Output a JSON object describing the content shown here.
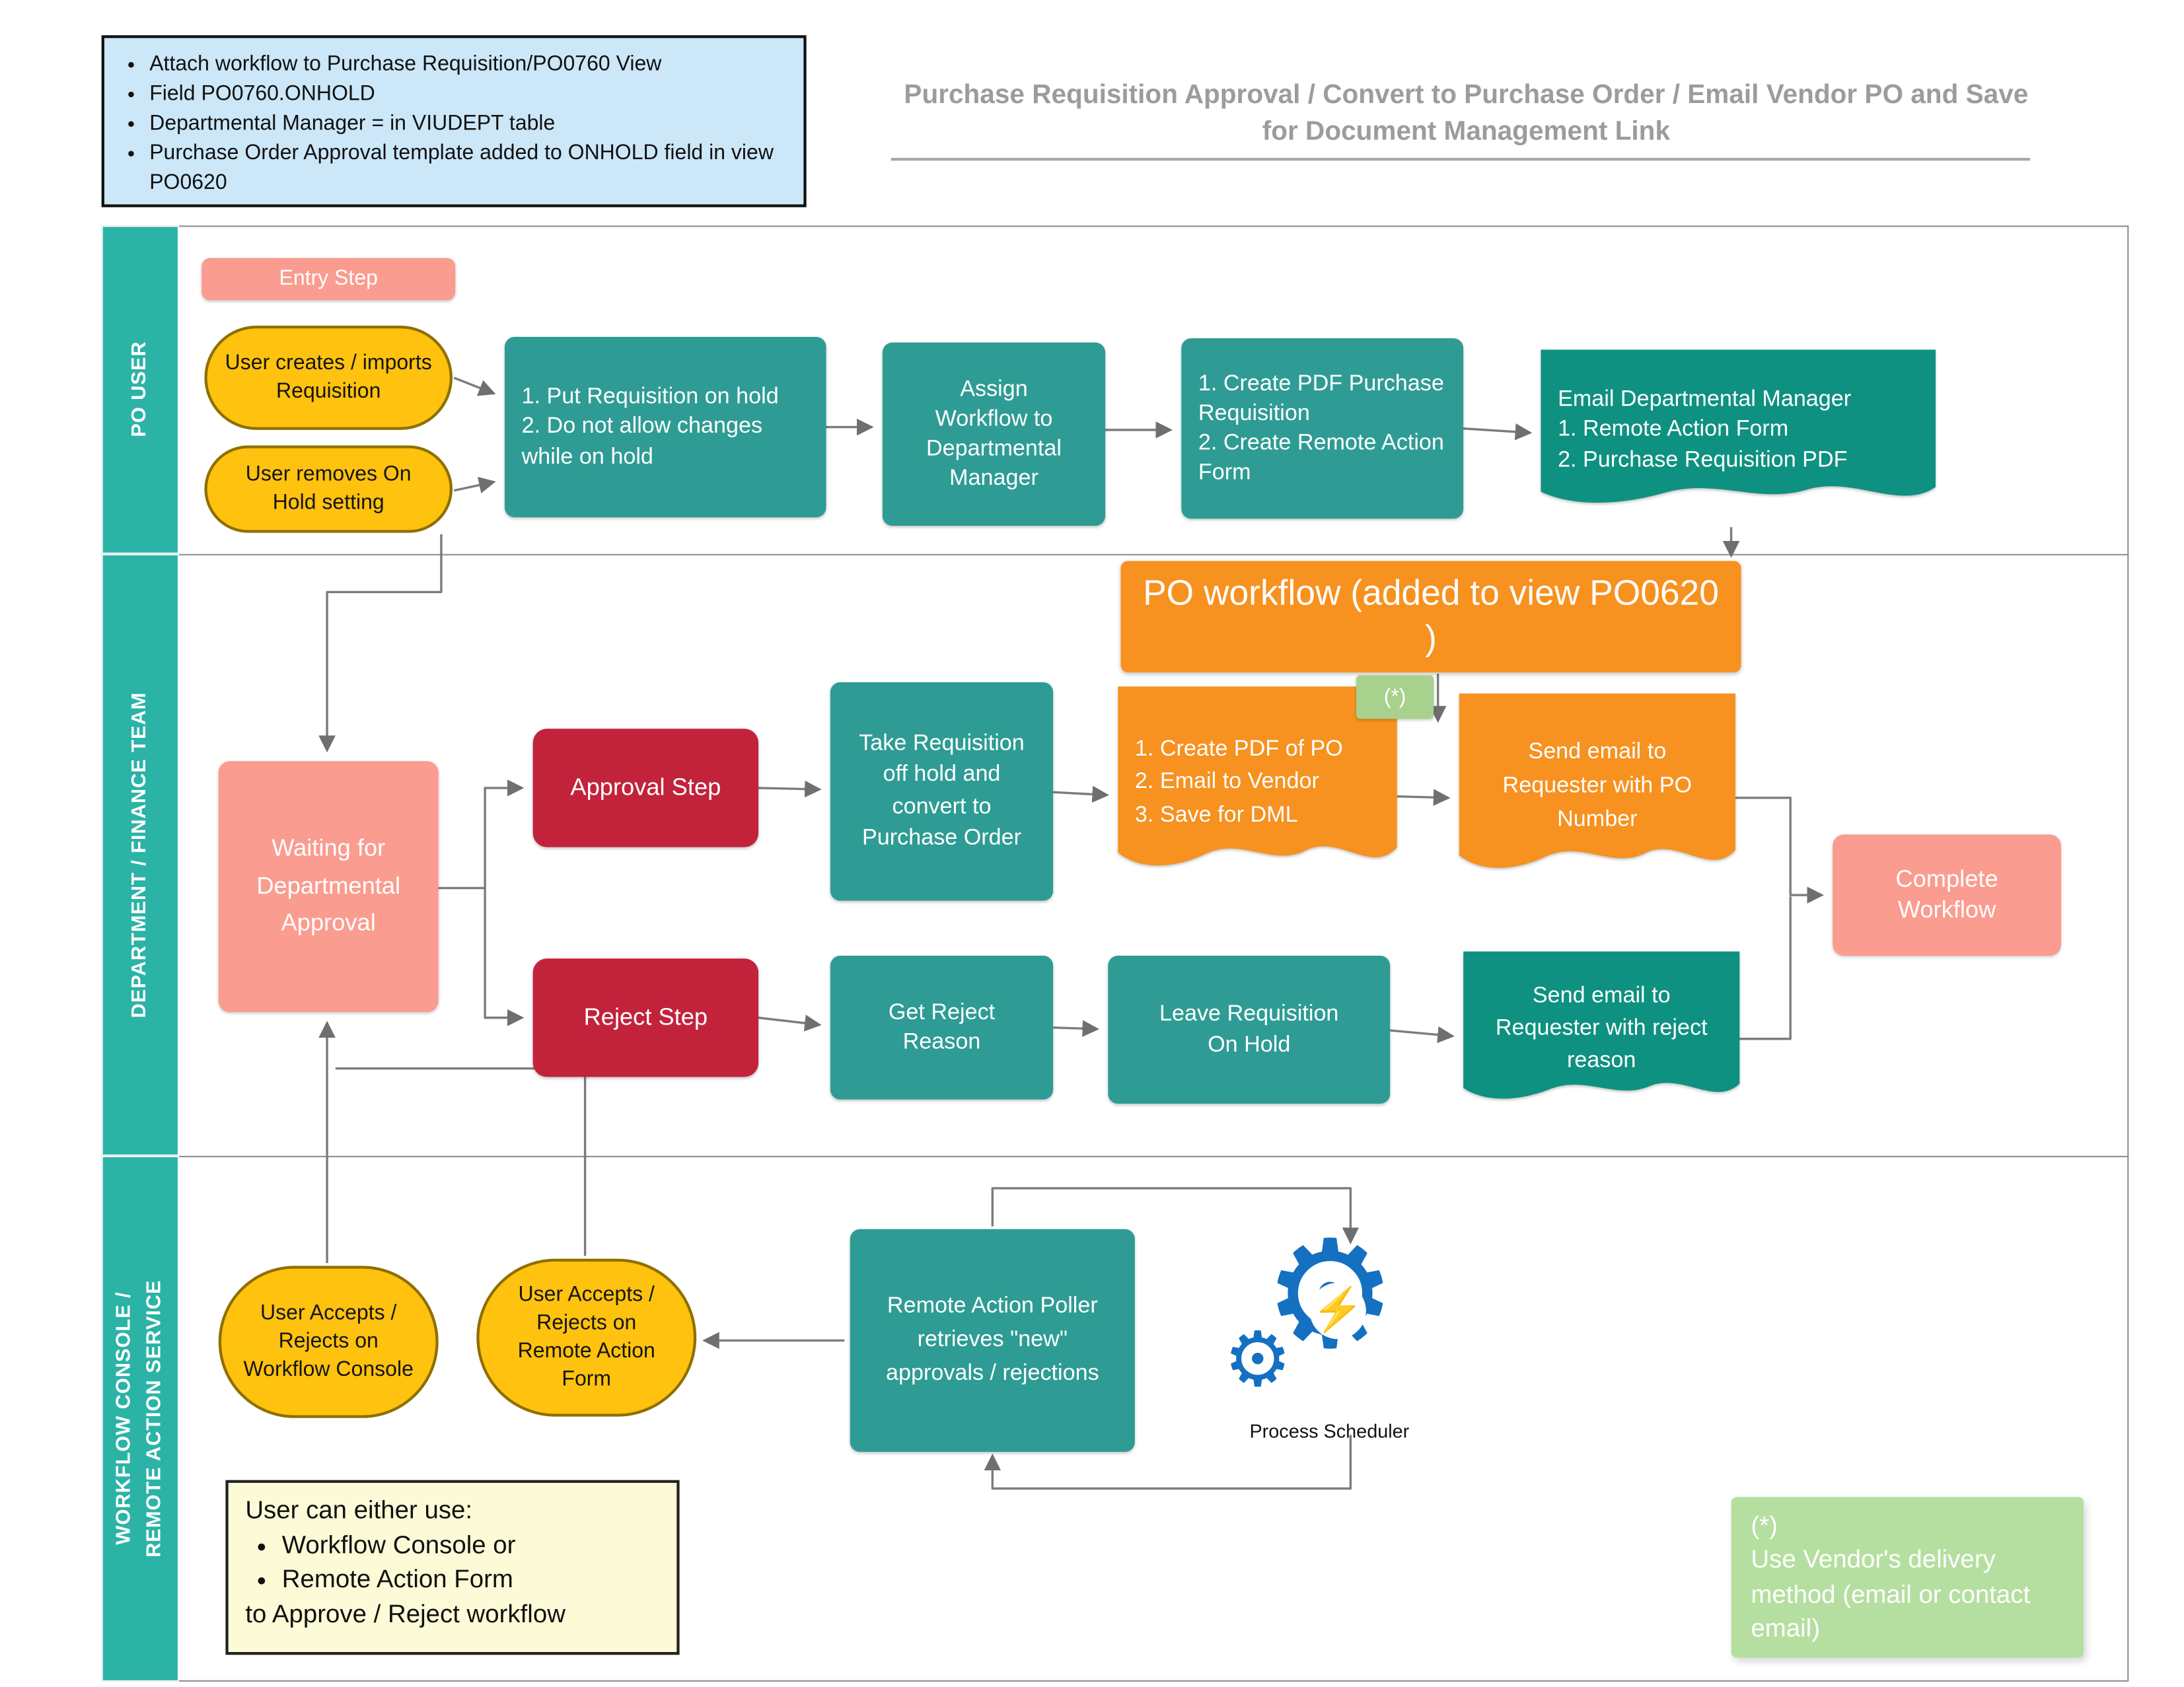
{
  "title": "Purchase Requisition Approval / Convert to Purchase Order / Email Vendor PO and Save for Document Management Link",
  "note_top": {
    "items": [
      "Attach workflow to Purchase Requisition/PO0760 View",
      "Field PO0760.ONHOLD",
      "Departmental Manager = in VIUDEPT table",
      "Purchase Order Approval template added to ONHOLD field in view PO0620"
    ]
  },
  "lanes": [
    {
      "label": "PO USER"
    },
    {
      "label": "DEPARTMENT / FINANCE TEAM"
    },
    {
      "label": "WORKFLOW CONSOLE /\nREMOTE ACTION SERVICE"
    }
  ],
  "nodes": {
    "entry_step": "Entry Step",
    "user_creates": "User creates  / imports Requisition",
    "user_removes": "User removes On Hold setting",
    "put_on_hold": "1. Put Requisition on hold\n2. Do not allow changes while on hold",
    "assign_workflow": "Assign Workflow  to Departmental Manager",
    "create_pdf_req": "1. Create PDF Purchase Requisition\n2. Create Remote Action Form",
    "email_dept_mgr": "Email Departmental Manager\n1. Remote Action Form\n2. Purchase Requisition PDF",
    "po_workflow": "PO workflow (added to view PO0620 )",
    "waiting": "Waiting for Departmental Approval",
    "approval_step": "Approval Step",
    "reject_step": "Reject Step",
    "take_off_hold": "Take Requisition off hold and convert to Purchase Order",
    "create_pdf_po": "1. Create PDF of PO\n2. Email to Vendor\n3. Save for DML",
    "star_badge": "(*)",
    "send_email_po": "Send email to Requester with PO Number",
    "complete_workflow": "Complete Workflow",
    "get_reject_reason": "Get Reject Reason",
    "leave_on_hold": "Leave Requisition On Hold",
    "send_email_reject": "Send email to Requester with reject reason",
    "accepts_console": "User Accepts / Rejects on Workflow Console",
    "accepts_remote": "User Accepts / Rejects on Remote Action Form",
    "poller": "Remote Action Poller retrieves \"new\" approvals / rejections",
    "scheduler_caption": "Process Scheduler"
  },
  "note_console": {
    "intro": "User can either use:",
    "items": [
      "Workflow Console or",
      "Remote Action Form"
    ],
    "footer": "to Approve / Reject workflow"
  },
  "note_vendor": {
    "marker": "(*)",
    "text": "Use Vendor's delivery method (email or contact email)"
  },
  "colors": {
    "lane": "#2BB3A6",
    "teal": "#2E9C94",
    "doc_green": "#0E9180",
    "orange": "#F7911F",
    "red": "#C2233B",
    "salmon": "#FA9C8F",
    "yellow": "#FFC20E",
    "note_blue": "#CBE7F8",
    "note_yellow": "#FCFAD7",
    "note_green": "#B5DFA0",
    "badge_green": "#A8D18D"
  }
}
